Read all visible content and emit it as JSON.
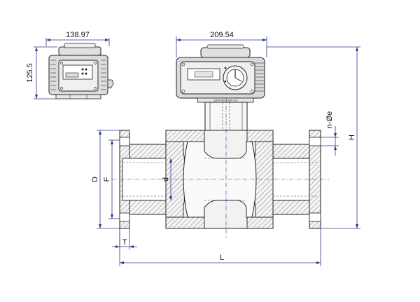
{
  "colors": {
    "dimension_line": "#2b3a8a",
    "outline": "#222222",
    "hatch": "#777777",
    "body_fill": "#f2f2f2",
    "actuator_fill": "#d9d9d9"
  },
  "dimensions": {
    "side_width": "138.97",
    "side_height": "125.5",
    "front_width": "209.54",
    "flange_bolts": "n-Øe",
    "overall_height": "H",
    "flange_diameter": "D",
    "bolt_circle": "F",
    "bore": "d",
    "flange_thickness": "T",
    "length": "L"
  },
  "labels": {
    "front_plate": "1000 Nm  1000 mm"
  },
  "icons": {
    "side_actuator": "actuator-side-view",
    "front_actuator": "actuator-front-view",
    "valve_body": "ball-valve-section",
    "indicator": "position-indicator-icon"
  }
}
